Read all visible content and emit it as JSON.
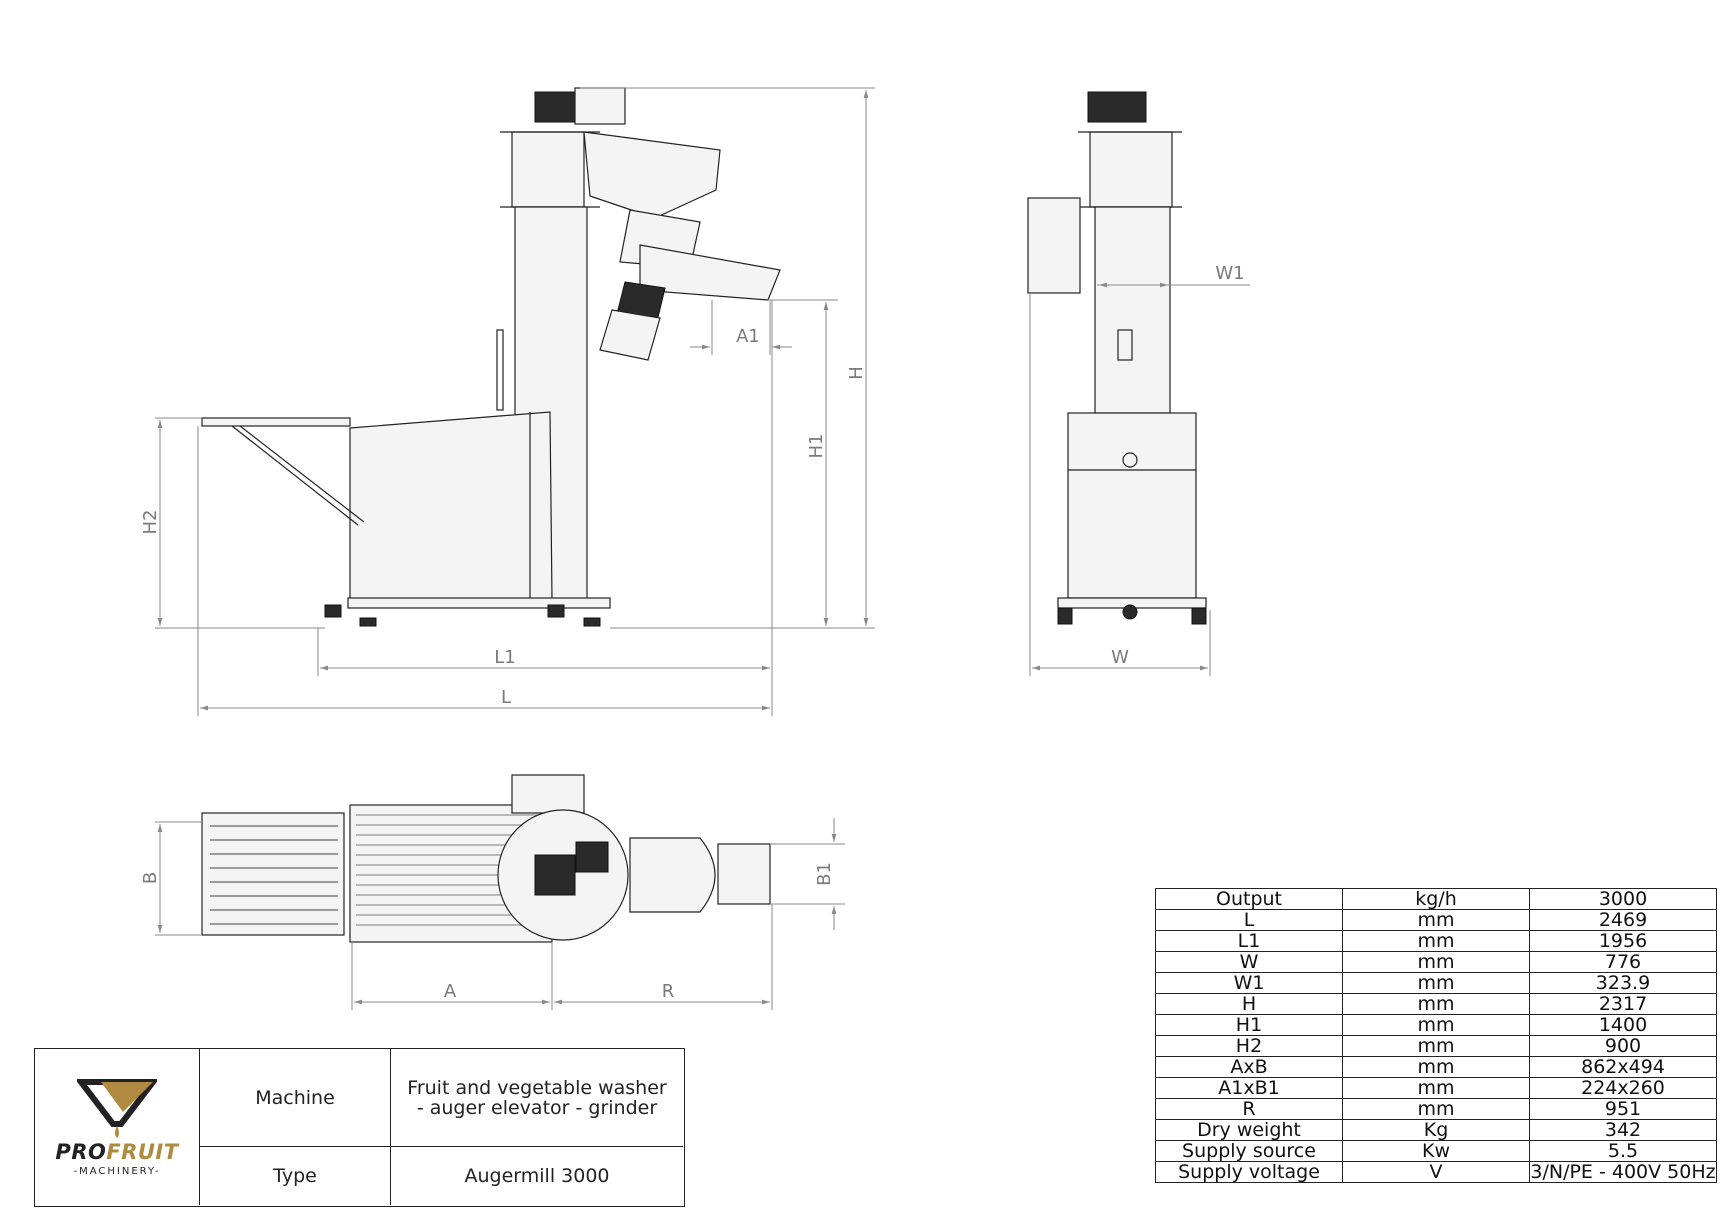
{
  "dimensions": {
    "side_view": {
      "H": "H",
      "H1": "H1",
      "H2": "H2",
      "A1": "A1",
      "L1": "L1",
      "L": "L"
    },
    "front_view": {
      "W1": "W1",
      "W": "W"
    },
    "top_view": {
      "B": "B",
      "B1": "B1",
      "A": "A",
      "R": "R"
    }
  },
  "title_block": {
    "logo": {
      "brand_pro": "PRO",
      "brand_fruit": "FRUIT",
      "brand_sub": "-MACHINERY-"
    },
    "machine_label": "Machine",
    "machine_value": "Fruit and vegetable washer - auger elevator - grinder",
    "type_label": "Type",
    "type_value": "Augermill 3000"
  },
  "spec_table": [
    {
      "param": "Output",
      "unit": "kg/h",
      "value": "3000"
    },
    {
      "param": "L",
      "unit": "mm",
      "value": "2469"
    },
    {
      "param": "L1",
      "unit": "mm",
      "value": "1956"
    },
    {
      "param": "W",
      "unit": "mm",
      "value": "776"
    },
    {
      "param": "W1",
      "unit": "mm",
      "value": "323.9"
    },
    {
      "param": "H",
      "unit": "mm",
      "value": "2317"
    },
    {
      "param": "H1",
      "unit": "mm",
      "value": "1400"
    },
    {
      "param": "H2",
      "unit": "mm",
      "value": "900"
    },
    {
      "param": "AxB",
      "unit": "mm",
      "value": "862x494"
    },
    {
      "param": "A1xB1",
      "unit": "mm",
      "value": "224x260"
    },
    {
      "param": "R",
      "unit": "mm",
      "value": "951"
    },
    {
      "param": "Dry weight",
      "unit": "Kg",
      "value": "342"
    },
    {
      "param": "Supply source",
      "unit": "Kw",
      "value": "5.5"
    },
    {
      "param": "Supply voltage",
      "unit": "V",
      "value": "3/N/PE - 400V 50Hz"
    }
  ],
  "colors": {
    "line": "#222222",
    "dimension": "#8a8a8a",
    "logo_gold": "#b08a3e"
  }
}
